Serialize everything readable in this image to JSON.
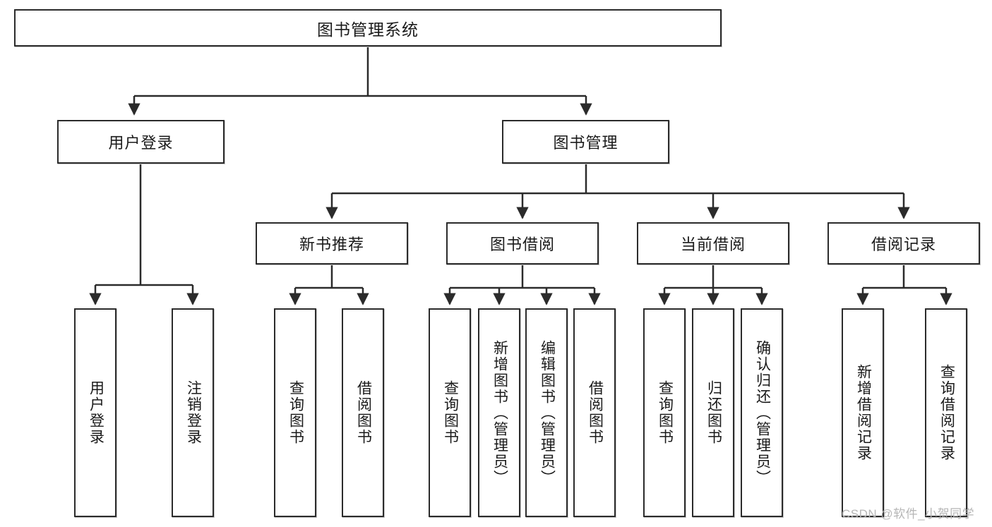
{
  "diagram": {
    "title": "图书管理系统",
    "type": "tree-hierarchy",
    "watermark": "CSDN @软件_小贺同学",
    "colors": {
      "box_border": "#2b2b2b",
      "box_fill": "#ffffff",
      "edge": "#2b2b2b",
      "text": "#1a1a1a",
      "watermark": "#b6b6b6"
    },
    "levels": {
      "root": {
        "label": "图书管理系统"
      },
      "level2": [
        {
          "id": "user-login",
          "label": "用户登录"
        },
        {
          "id": "book-management",
          "label": "图书管理"
        }
      ],
      "level3": [
        {
          "id": "new-book-recommend",
          "label": "新书推荐",
          "parent": "book-management"
        },
        {
          "id": "book-borrow",
          "label": "图书借阅",
          "parent": "book-management"
        },
        {
          "id": "current-borrow",
          "label": "当前借阅",
          "parent": "book-management"
        },
        {
          "id": "borrow-record",
          "label": "借阅记录",
          "parent": "book-management"
        }
      ],
      "leaves": [
        {
          "id": "leaf-user-login",
          "label": "用户登录",
          "parent": "user-login"
        },
        {
          "id": "leaf-logout",
          "label": "注销登录",
          "parent": "user-login"
        },
        {
          "id": "leaf-query-book-1",
          "label": "查询图书",
          "parent": "new-book-recommend"
        },
        {
          "id": "leaf-borrow-book-1",
          "label": "借阅图书",
          "parent": "new-book-recommend"
        },
        {
          "id": "leaf-query-book-2",
          "label": "查询图书",
          "parent": "book-borrow"
        },
        {
          "id": "leaf-add-book",
          "label": "新增图书（管理员）",
          "parent": "book-borrow"
        },
        {
          "id": "leaf-edit-book",
          "label": "编辑图书（管理员）",
          "parent": "book-borrow"
        },
        {
          "id": "leaf-borrow-book-2",
          "label": "借阅图书",
          "parent": "book-borrow"
        },
        {
          "id": "leaf-query-book-3",
          "label": "查询图书",
          "parent": "current-borrow"
        },
        {
          "id": "leaf-return-book",
          "label": "归还图书",
          "parent": "current-borrow"
        },
        {
          "id": "leaf-confirm-return",
          "label": "确认归还（管理员）",
          "parent": "current-borrow"
        },
        {
          "id": "leaf-add-record",
          "label": "新增借阅记录",
          "parent": "borrow-record"
        },
        {
          "id": "leaf-query-record",
          "label": "查询借阅记录",
          "parent": "borrow-record"
        }
      ]
    }
  }
}
